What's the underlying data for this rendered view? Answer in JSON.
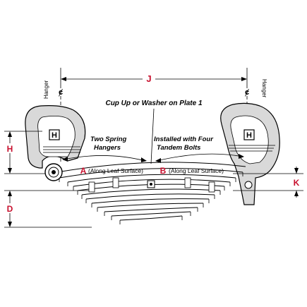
{
  "diagram": {
    "label_cup_up": "Cup Up or Washer on Plate 1",
    "label_two_spring": [
      "Two Spring",
      "Hangers"
    ],
    "label_installed": [
      "Installed with Four",
      "Tandem Bolts"
    ],
    "label_along_a": "(Along Leaf Surface)",
    "label_along_b": "(Along Leaf Surface)",
    "hanger_left": "Hanger",
    "hanger_right": "Hanger",
    "centerline_symbol": "ȼ",
    "dimensions": {
      "j": "J",
      "h": "H",
      "d": "D",
      "k": "K",
      "a": "A",
      "b": "B"
    },
    "colors": {
      "dimension": "#c8102e",
      "hanger_fill": "#d9d9d9",
      "line": "#000000"
    }
  }
}
